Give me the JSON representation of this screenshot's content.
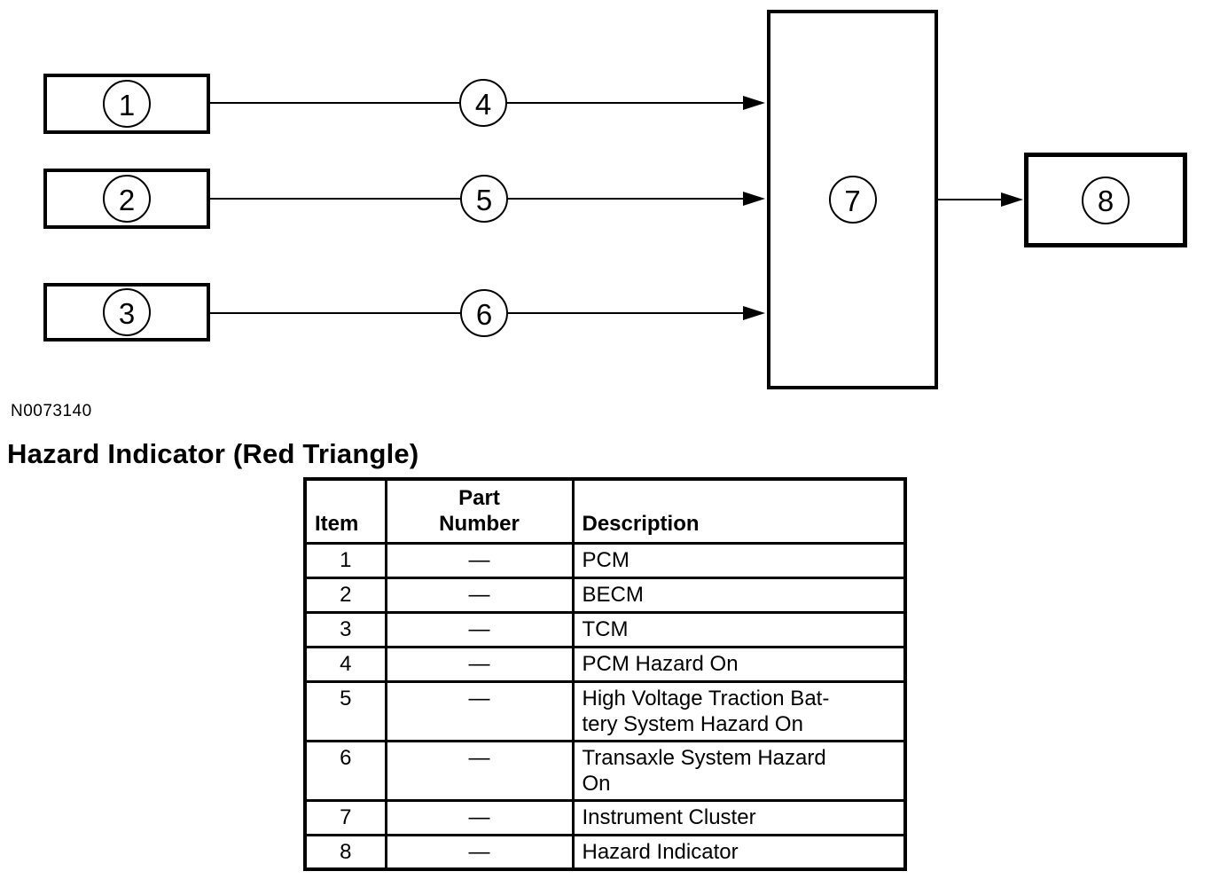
{
  "figure": {
    "figure_code": "N0073140",
    "node_labels": {
      "pcm_box": "1",
      "becm_box": "2",
      "tcm_box": "3",
      "pcm_hazard_signal": "4",
      "hv_battery_hazard_signal": "5",
      "transaxle_hazard_signal": "6",
      "instrument_cluster_box": "7",
      "hazard_indicator_box": "8"
    }
  },
  "heading": "Hazard Indicator (Red Triangle)",
  "table": {
    "headers": {
      "item": "Item",
      "part_number": "Part\nNumber",
      "description": "Description"
    },
    "rows": [
      {
        "item": "1",
        "part_number": "—",
        "description": "PCM"
      },
      {
        "item": "2",
        "part_number": "—",
        "description": "BECM"
      },
      {
        "item": "3",
        "part_number": "—",
        "description": "TCM"
      },
      {
        "item": "4",
        "part_number": "—",
        "description": "PCM Hazard On"
      },
      {
        "item": "5",
        "part_number": "—",
        "description": "High Voltage Traction Bat-\ntery System Hazard On"
      },
      {
        "item": "6",
        "part_number": "—",
        "description": "Transaxle System Hazard\nOn"
      },
      {
        "item": "7",
        "part_number": "—",
        "description": "Instrument Cluster"
      },
      {
        "item": "8",
        "part_number": "—",
        "description": "Hazard Indicator"
      }
    ]
  },
  "colors": {
    "ink": "#000000",
    "background": "#ffffff"
  }
}
